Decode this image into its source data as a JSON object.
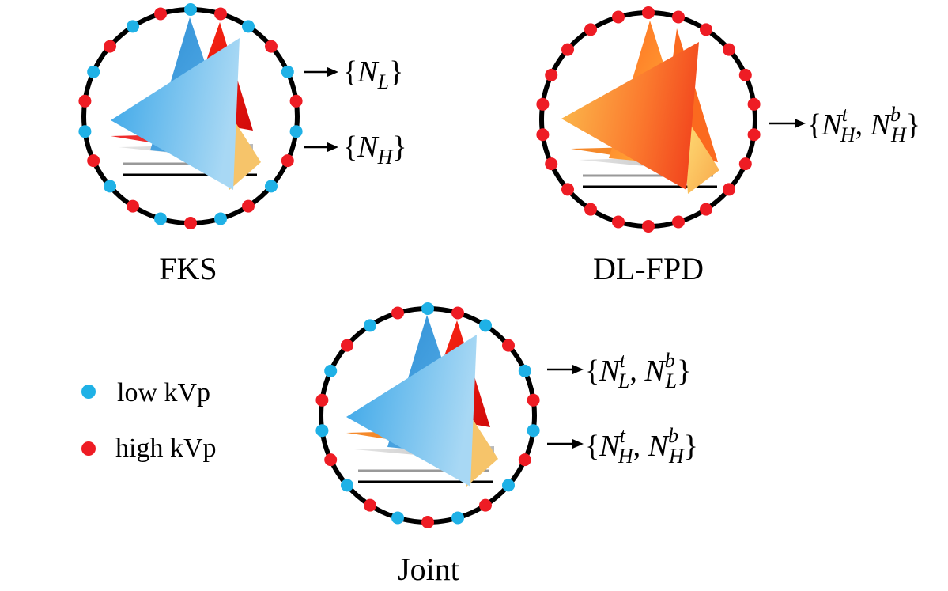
{
  "colors": {
    "low": "#1fb1e6",
    "high": "#ee1c24",
    "ring": "#000000"
  },
  "legend": {
    "low_label": "low kVp",
    "high_label": "high kVp"
  },
  "panels": {
    "fks": {
      "caption": "FKS",
      "dot_pattern": [
        "low",
        "high",
        "low",
        "high",
        "low",
        "high",
        "low",
        "high",
        "low",
        "high",
        "low",
        "high",
        "low",
        "high",
        "low",
        "high",
        "low",
        "high",
        "low",
        "high",
        "low",
        "high"
      ],
      "outputs": [
        {
          "base": "N",
          "sub": "L",
          "sup": ""
        },
        {
          "base": "N",
          "sub": "H",
          "sup": ""
        }
      ]
    },
    "dlfpd": {
      "caption": "DL-FPD",
      "dot_pattern": [
        "high",
        "high",
        "high",
        "high",
        "high",
        "high",
        "high",
        "high",
        "high",
        "high",
        "high",
        "high",
        "high",
        "high",
        "high",
        "high",
        "high",
        "high",
        "high",
        "high",
        "high",
        "high"
      ],
      "outputs": [
        {
          "base": "N",
          "sub": "H",
          "sup": "t",
          "base2": "N",
          "sub2": "H",
          "sup2": "b"
        }
      ]
    },
    "joint": {
      "caption": "Joint",
      "dot_pattern": [
        "low",
        "high",
        "low",
        "high",
        "low",
        "high",
        "low",
        "high",
        "low",
        "high",
        "low",
        "high",
        "low",
        "high",
        "low",
        "high",
        "low",
        "high",
        "low",
        "high",
        "low",
        "high"
      ],
      "outputs": [
        {
          "base": "N",
          "sub": "L",
          "sup": "t",
          "base2": "N",
          "sub2": "L",
          "sup2": "b"
        },
        {
          "base": "N",
          "sub": "H",
          "sup": "t",
          "base2": "N",
          "sub2": "H",
          "sup2": "b"
        }
      ]
    }
  }
}
